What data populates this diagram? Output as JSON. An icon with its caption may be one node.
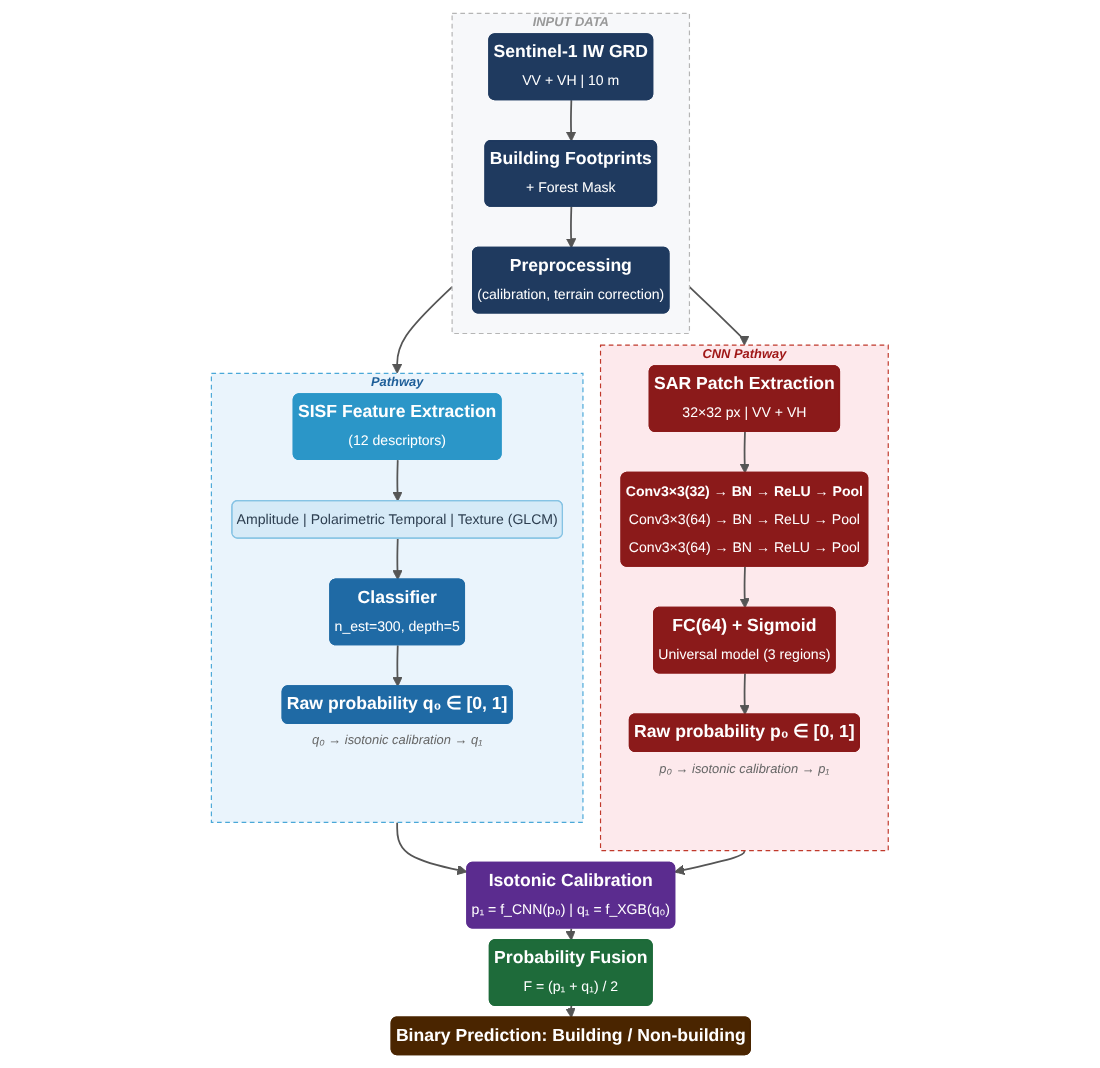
{
  "diagram": {
    "nodes": [
      {
        "text": [
          "INPUT DATA"
        ]
      },
      {
        "text": [
          "Sentinel-1 IW GRD",
          "VV + VH  |  10 m"
        ],
        "in": 0
      },
      {
        "text": [
          "Building Footprints",
          "+ Forest Mask"
        ],
        "in": 0
      },
      {
        "text": [
          "Preprocessing",
          "(calibration, terrain correction)"
        ],
        "in": 0
      },
      {
        "text": [
          "Pathway"
        ]
      },
      {
        "text": [
          "SISF Feature Extraction",
          "(12 descriptors)"
        ],
        "in": 4
      },
      {
        "text": [
          "Amplitude  |  Polarimetric Temporal  |  Texture (GLCM)"
        ],
        "in": 4
      },
      {
        "text": [
          "Classifier",
          "n_est=300, depth=5"
        ],
        "in": 4
      },
      {
        "text": [
          "Raw probability  q₀ ∈ [0, 1]"
        ],
        "in": 4,
        "beside": [
          "q₀ → isotonic calibration → q₁"
        ]
      },
      {
        "text": [
          "CNN Pathway"
        ]
      },
      {
        "text": [
          "SAR Patch Extraction",
          "32×32 px  |  VV + VH"
        ],
        "in": 9
      },
      {
        "text": [
          "Conv3×3(32) → BN → ReLU → Pool",
          "Conv3×3(64) → BN → ReLU → Pool",
          "Conv3×3(64) → BN → ReLU → Pool"
        ],
        "in": 9
      },
      {
        "text": [
          "FC(64) + Sigmoid",
          "Universal model (3 regions)"
        ],
        "in": 9
      },
      {
        "text": [
          "Raw probability  p₀ ∈ [0, 1]"
        ],
        "in": 9,
        "beside": [
          "p₀ → isotonic calibration → p₁"
        ]
      },
      {
        "text": [
          "Isotonic Calibration",
          "p₁ = f_CNN(p₀)   |   q₁ = f_XGB(q₀)"
        ]
      },
      {
        "text": [
          "Probability Fusion",
          "F = (p₁ + q₁) / 2"
        ]
      },
      {
        "text": [
          "Binary Prediction:  Building  /  Non-building"
        ]
      }
    ],
    "edges": [
      {
        "from": 1,
        "to": 2,
        "arrow": "to"
      },
      {
        "from": 2,
        "to": 3,
        "arrow": "to"
      },
      {
        "from": 0,
        "to": 4,
        "arrow": "to"
      },
      {
        "from": 0,
        "to": 9,
        "arrow": "to"
      },
      {
        "from": 5,
        "to": 6,
        "arrow": "to"
      },
      {
        "from": 6,
        "to": 7,
        "arrow": "to"
      },
      {
        "from": 7,
        "to": 8,
        "arrow": "to"
      },
      {
        "from": 10,
        "to": 11,
        "arrow": "to"
      },
      {
        "from": 11,
        "to": 12,
        "arrow": "to"
      },
      {
        "from": 12,
        "to": 13,
        "arrow": "to"
      },
      {
        "from": 4,
        "to": 14,
        "arrow": "to"
      },
      {
        "from": 9,
        "to": 14,
        "arrow": "to"
      },
      {
        "from": 14,
        "to": 15,
        "arrow": "to"
      },
      {
        "from": 15,
        "to": 16,
        "arrow": "to"
      }
    ]
  }
}
